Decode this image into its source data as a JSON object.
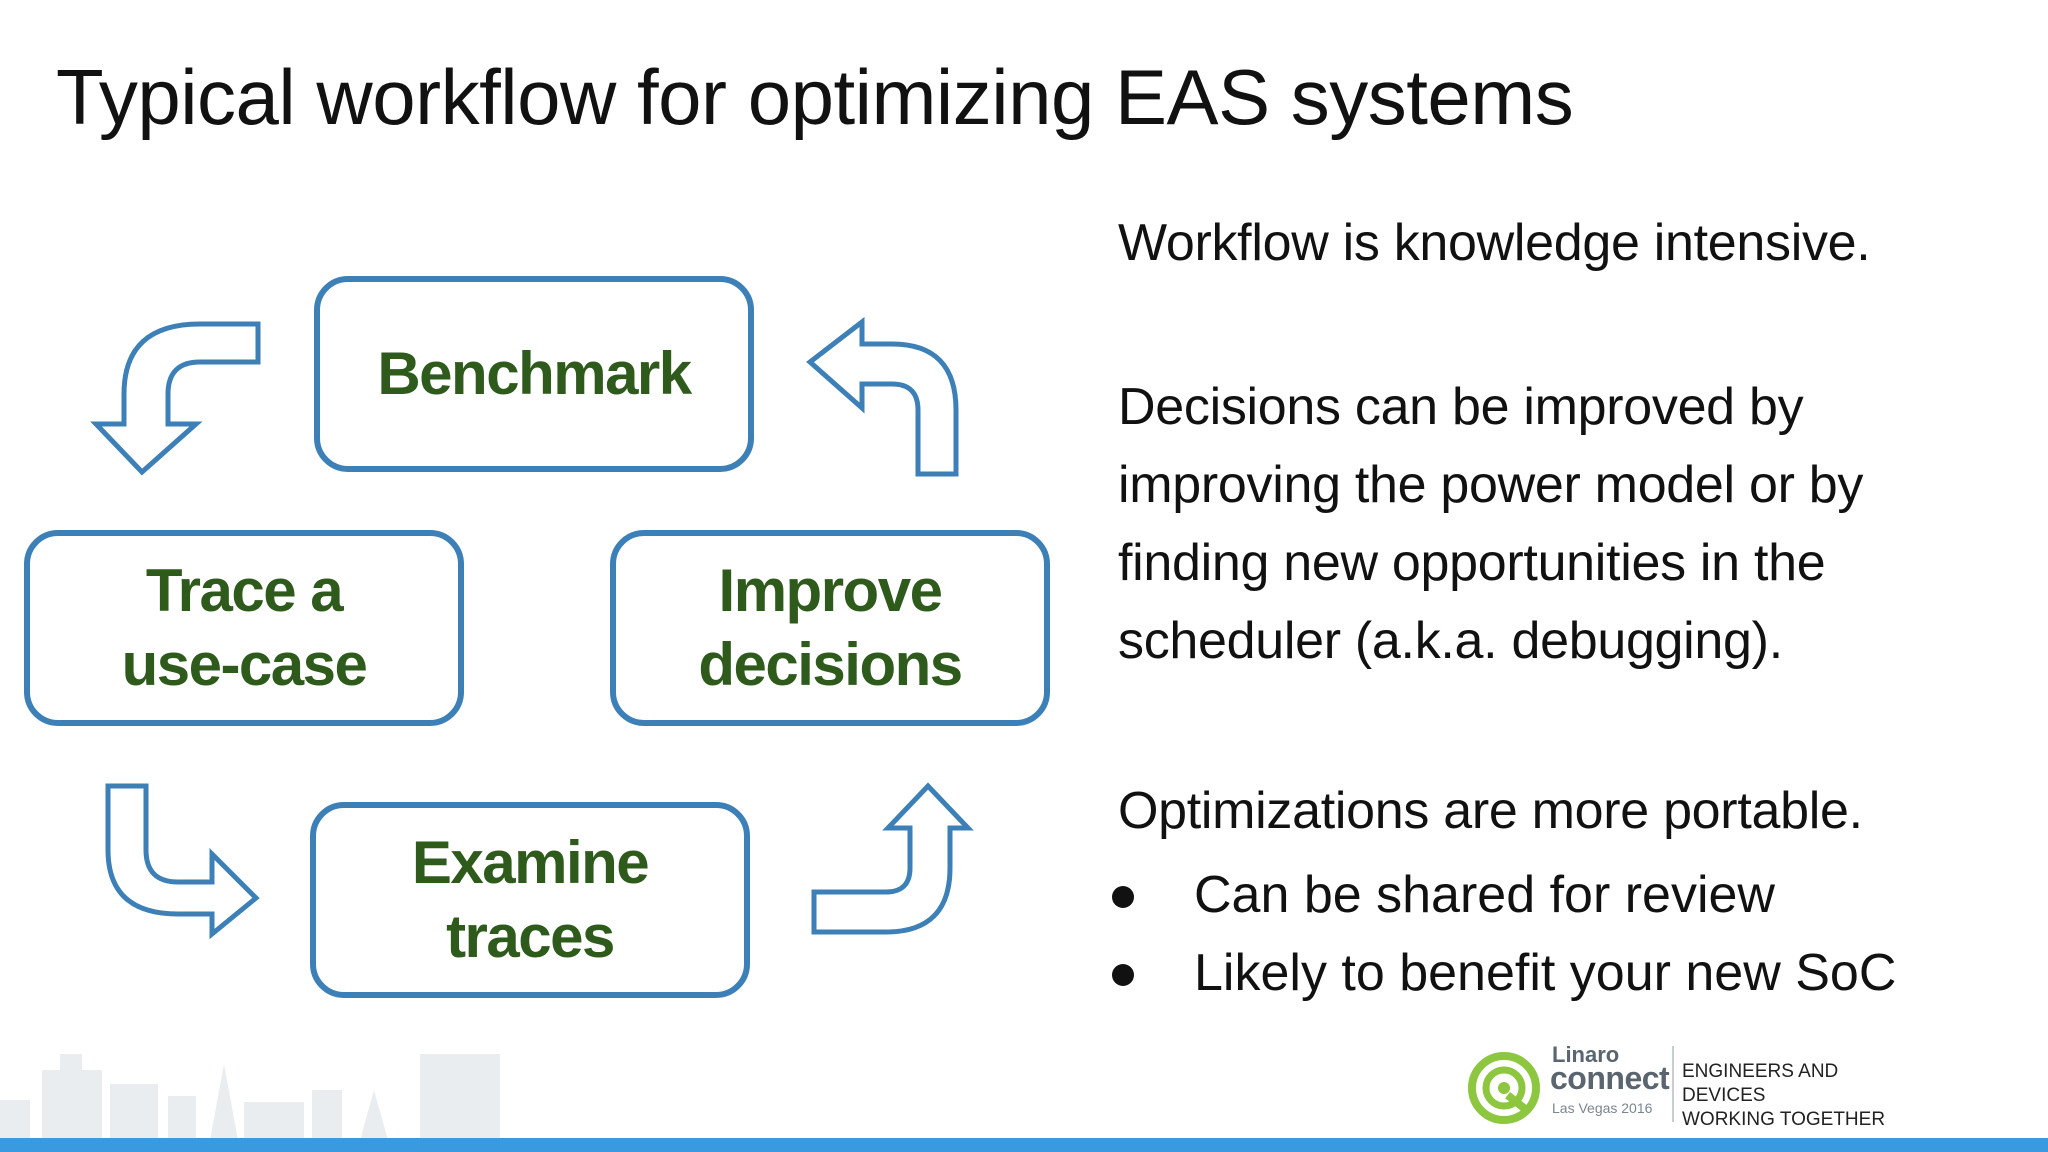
{
  "slide": {
    "title": "Typical workflow for optimizing EAS systems"
  },
  "diagram": {
    "boxes": {
      "benchmark": "Benchmark",
      "trace": "Trace a\nuse-case",
      "improve": "Improve\ndecisions",
      "examine": "Examine\ntraces"
    }
  },
  "content": {
    "workflow_note": "Workflow is knowledge intensive.",
    "decisions_note": "Decisions can be improved by improving the power model or by finding new opportunities in the scheduler (a.k.a. debugging).",
    "optimizations_note": "Optimizations are more portable.",
    "bullets": [
      "Can be shared for review",
      "Likely to benefit your new SoC"
    ]
  },
  "footer": {
    "brand": "Linaro",
    "product": "connect",
    "event": "Las Vegas 2016",
    "tagline": "ENGINEERS AND DEVICES\nWORKING TOGETHER"
  },
  "colors": {
    "box_border": "#3d80b8",
    "box_text": "#2e5a1c",
    "accent_bar": "#3a9ae0",
    "logo_green": "#8dc63f"
  }
}
